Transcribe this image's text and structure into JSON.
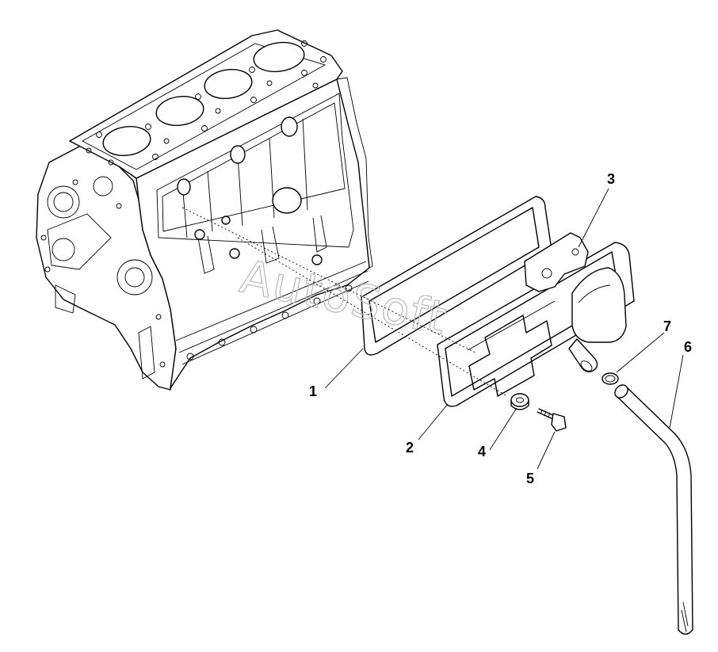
{
  "watermark": "AutoSoft",
  "callouts": [
    {
      "id": "c1",
      "label": "1"
    },
    {
      "id": "c2",
      "label": "2"
    },
    {
      "id": "c3",
      "label": "3"
    },
    {
      "id": "c4",
      "label": "4"
    },
    {
      "id": "c5",
      "label": "5"
    },
    {
      "id": "c6",
      "label": "6"
    },
    {
      "id": "c7",
      "label": "7"
    }
  ]
}
